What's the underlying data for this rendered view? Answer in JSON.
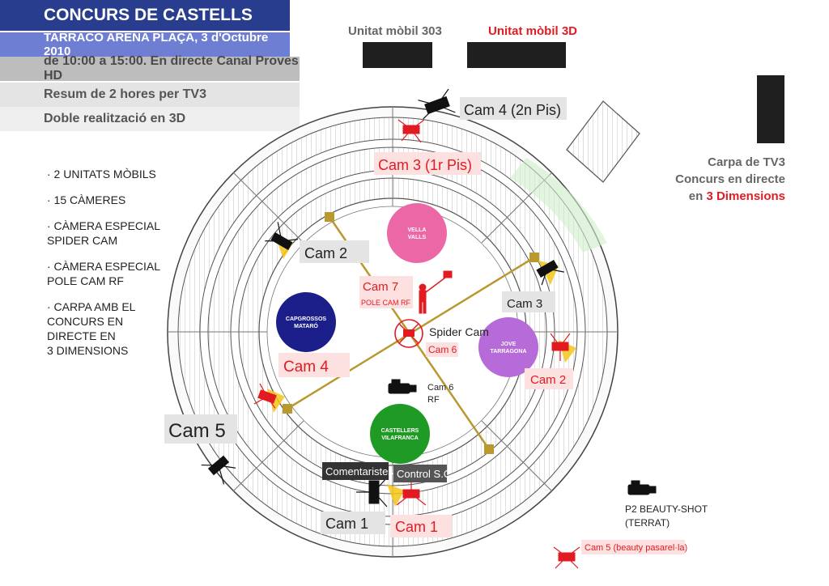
{
  "header": {
    "title": "CONCURS DE CASTELLS",
    "subtitle": "TARRACO ARENA PLAÇA, 3 d'Octubre 2010",
    "line1": "de 10:00 a 15:00. En directe Canal Proves HD",
    "line2": "Resum de 2 hores per TV3",
    "line3": "Doble realització en 3D"
  },
  "bullets": [
    "· 2 UNITATS MÒBILS",
    "· 15 CÀMERES",
    "· CÀMERA ESPECIAL\n  SPIDER CAM",
    "· CÀMERA ESPECIAL\n  POLE CAM RF",
    "· CARPA AMB EL\n  CONCURS EN\n  DIRECTE EN\n  3 DIMENSIONS"
  ],
  "mobile_units": {
    "unit_303": "Unitat mòbil 303",
    "unit_3d": "Unitat mòbil 3D"
  },
  "carpa": {
    "line1": "Carpa de TV3",
    "line2": "Concurs en directe",
    "line3_prefix": "en ",
    "line3_highlight": "3 Dimensions"
  },
  "colles": {
    "vella_valls": "VELLA\nVALLS",
    "capgrossos": "CAPGROSSOS\nMATARÓ",
    "jove_tarragona": "JOVE\nTARRAGONA",
    "vilafranca": "CASTELLERS\nVILAFRANCA"
  },
  "cameras": {
    "cam4_2n": "Cam 4 (2n Pis)",
    "cam3_1r": "Cam 3 (1r Pis)",
    "cam2_left": "Cam 2",
    "cam7": "Cam 7",
    "pole_cam": "POLE CAM RF",
    "cam3_right": "Cam 3",
    "spider_cam": "Spider Cam",
    "cam6_spider": "Cam 6",
    "cam4_red": "Cam 4",
    "cam2_red": "Cam 2",
    "cam6_rf_line1": "Cam 6",
    "cam6_rf_line2": "RF",
    "cam5": "Cam 5",
    "comentaristes": "Comentaristes",
    "control_sc": "Control S.C.",
    "cam1_gray": "Cam 1",
    "cam1_red": "Cam 1",
    "p2_line1": "P2 BEAUTY-SHOT",
    "p2_line2": "(TERRAT)",
    "cam5_beauty": "Cam 5 (beauty pasarel·la)"
  },
  "colors": {
    "red": "#e21b22",
    "navy": "#283d8e",
    "pink": "#ec67a6",
    "purple": "#b66bd8",
    "green": "#1f9a24",
    "dark_blue": "#1c1f8a",
    "cable": "#b9982e"
  }
}
